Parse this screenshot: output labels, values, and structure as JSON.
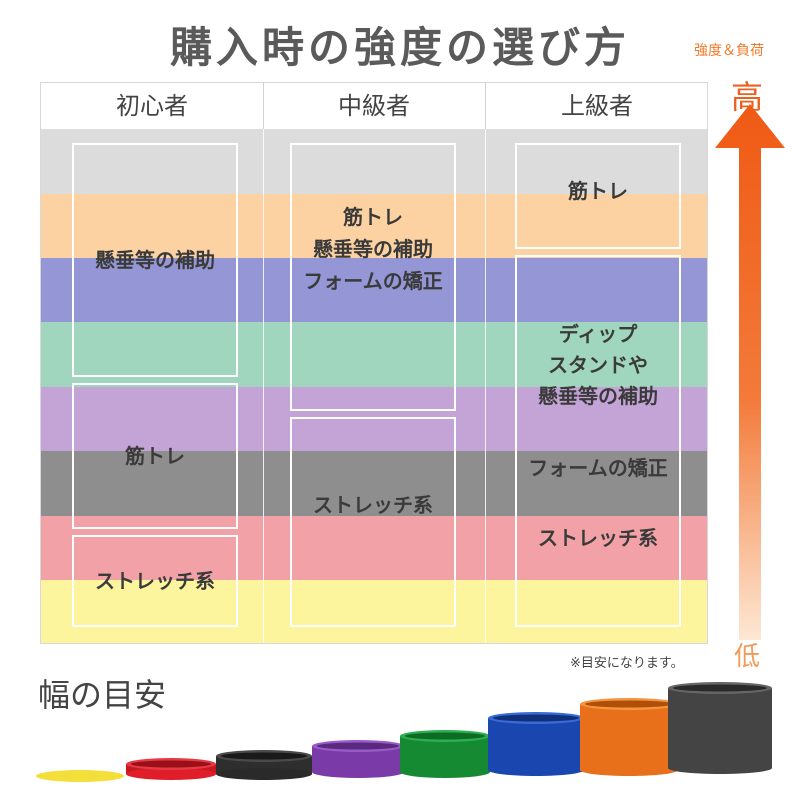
{
  "title": "購入時の強度の選び方",
  "columns": {
    "beginner": "初心者",
    "intermediate": "中級者",
    "advanced": "上級者"
  },
  "beginner": {
    "box1": [
      "懸垂等の補助"
    ],
    "box2": [
      "筋トレ"
    ],
    "box3": [
      "ストレッチ系"
    ]
  },
  "intermediate": {
    "box1": [
      "筋トレ",
      "懸垂等の補助",
      "フォームの矯正"
    ],
    "box2": [
      "ストレッチ系"
    ]
  },
  "advanced": {
    "box1": [
      "筋トレ"
    ],
    "box2_lines": [
      "ディップ",
      "スタンドや",
      "懸垂等の補助"
    ],
    "box2_form": "フォームの矯正",
    "box2_stretch": "ストレッチ系"
  },
  "intensity": {
    "caption": "強度＆負荷",
    "high": "高",
    "low": "低"
  },
  "note": "※目安になります。",
  "width_title": "幅の目安",
  "colors": {
    "band_rows": [
      "#dcdcdc",
      "#fcd2a2",
      "#9496d6",
      "#9fd6bd",
      "#c4a4d6",
      "#8e8e8e",
      "#f2a2a6",
      "#fdf49e"
    ],
    "arrow_top": "#ef5a14",
    "arrow_bottom": "#fde8d4",
    "tubes": [
      "#f4de3a",
      "#e01e2a",
      "#3a3a3a",
      "#8a4ab8",
      "#1e9a3a",
      "#1e50c0",
      "#f07a1a",
      "#4a4a4a"
    ]
  }
}
